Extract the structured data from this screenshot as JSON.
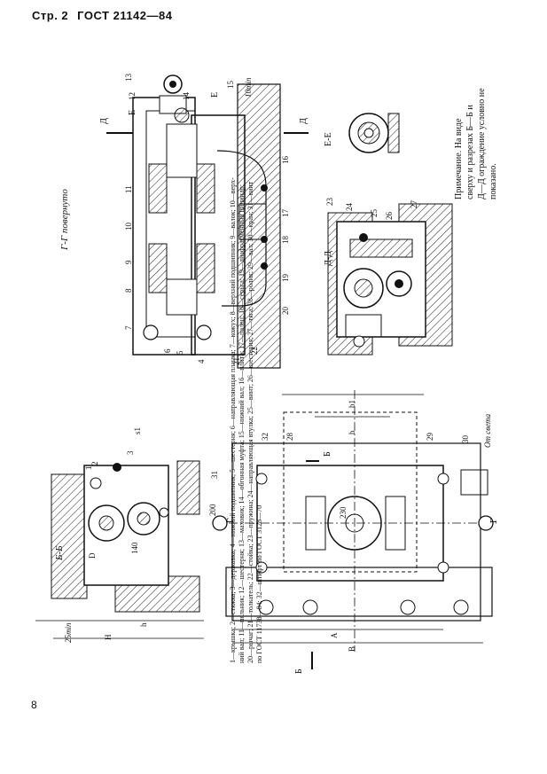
{
  "header": {
    "page_label": "Стр. 2",
    "standard": "ГОСТ 21142—84"
  },
  "page_number": "8",
  "section_titles": {
    "gg": "Г-Г повернуто",
    "ee": "Е-Е",
    "dd": "Д-Д",
    "bb": "Б-Б",
    "from_light": "От света"
  },
  "dimensions": {
    "min10": "10min",
    "min25": "25min",
    "d140": "140",
    "d200": "200",
    "d230": "230",
    "s1": "s1",
    "h": "h",
    "H": "H",
    "A": "A",
    "B": "B",
    "b": "b",
    "b1": "b1",
    "D": "D"
  },
  "callouts": [
    "1",
    "2",
    "3",
    "4",
    "5",
    "6",
    "7",
    "8",
    "9",
    "10",
    "11",
    "12",
    "13",
    "14",
    "15",
    "16",
    "17",
    "18",
    "19",
    "20",
    "21",
    "22",
    "23",
    "24",
    "25",
    "26",
    "27",
    "28",
    "29",
    "30",
    "31",
    "32"
  ],
  "section_marks": [
    "Д",
    "Д",
    "Е",
    "Е",
    "Б",
    "Б",
    "Г",
    "Г"
  ],
  "note": {
    "title": "Примечание.",
    "line1": "Примечание. На виде",
    "line2": "сверху и разрезах Б—Б и",
    "line3": "Д—Д ограждение условно не",
    "line4": "показано."
  },
  "legend": {
    "line1": "1—крышка; 2—стяжка; 3—державка; 4—нижний подшипник; 5—шестерня; 6—направляющая планка; 7—кожух; 8—верхний подшипник; 9—валок; 10—верх-",
    "line2": "ний вал; 11—пяльник; 12—шестерня; 13—маховик; 14—обгонная муфта; 15—нижний вал; 16—плита; 17—палец; 18—серьга; 19—диафрагменный цилиндр;",
    "line3": "20—рычаг; 21—толкатель; 22—стойка; 23—пружина; 24—направляющая втулка; 25—винт; 26—шестерня; 27—тяга; 28—ролик; 29—вал; 30—кран; 31—винт",
    "line4": "по ГОСТ 11738—84; 32—штифт по ГОСТ 3128—70"
  }
}
